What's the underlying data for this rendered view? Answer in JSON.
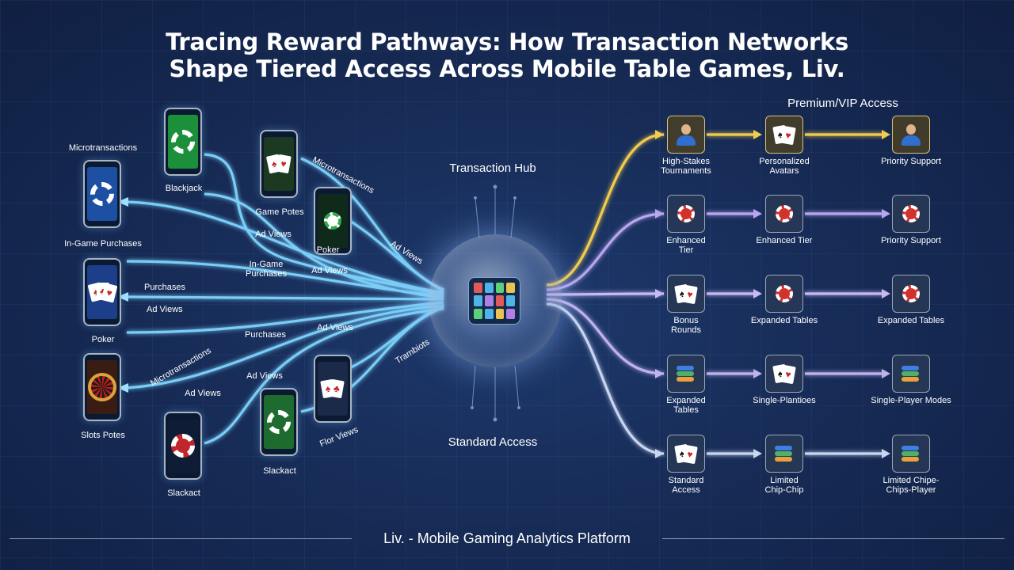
{
  "title": {
    "line1": "Tracing Reward Pathways: How Transaction Networks",
    "line2": "Shape Tiered Access Across Mobile Table Games, Liv."
  },
  "hub": {
    "label": "Transaction Hub",
    "bottom_label": "Standard Access"
  },
  "sources": [
    {
      "label": "Blackjack",
      "icon": "poker-chip-icon",
      "color": "#1b8f3a"
    },
    {
      "label": "In-Game Purchases",
      "icon": "poker-chip-icon",
      "color": "#1d4fa3",
      "top_label": "Microtransactions"
    },
    {
      "label": "Game Potes",
      "icon": "playing-cards-icon",
      "color": "#1c3a22"
    },
    {
      "label": "Poker",
      "icon": "poker-chip-icon",
      "color": "#1b8f3a"
    },
    {
      "label": "Poker",
      "icon": "playing-cards-icon",
      "color": "#1d3f8a"
    },
    {
      "label": "Slots Potes",
      "icon": "roulette-wheel-icon",
      "color": "#3a1c12"
    },
    {
      "label": "Slackact",
      "icon": "poker-chip-icon",
      "color": "#c0272d"
    },
    {
      "label": "Slackact",
      "icon": "poker-chip-icon",
      "color": "#1e6b30"
    },
    {
      "label": "",
      "icon": "playing-cards-icon",
      "color": "#1c2a4a"
    }
  ],
  "flow_labels": [
    "Microtransactions",
    "Ad Views",
    "Ad Views",
    "In-Game",
    "Purchases",
    "Ad Views",
    "Purchases",
    "Ad Views",
    "Microtransactions",
    "Ad Views",
    "Purchases",
    "Ad Views",
    "Ad Views",
    "Trambiots",
    "Flor Views"
  ],
  "premium_header": "Premium/VIP Access",
  "tiers": [
    {
      "color": "#f2cc4e",
      "items": [
        {
          "label": "High-Stakes",
          "label2": "Tournaments",
          "icon": "player-avatar-icon"
        },
        {
          "label": "Personalized",
          "label2": "Avatars",
          "icon": "playing-cards-icon"
        },
        {
          "label": "Priority Support",
          "label2": "",
          "icon": "player-avatar-icon"
        }
      ]
    },
    {
      "color": "#b9a6f0",
      "items": [
        {
          "label": "Enhanced",
          "label2": "Tier",
          "icon": "poker-chip-icon"
        },
        {
          "label": "Enhanced Tier",
          "label2": "",
          "icon": "poker-chip-icon"
        },
        {
          "label": "Priority Support",
          "label2": "",
          "icon": "poker-chip-icon"
        }
      ]
    },
    {
      "color": "#c8b8f5",
      "items": [
        {
          "label": "Bonus",
          "label2": "Rounds",
          "icon": "playing-cards-icon"
        },
        {
          "label": "Expanded Tables",
          "label2": "",
          "icon": "poker-chip-icon"
        },
        {
          "label": "Expanded Tables",
          "label2": "",
          "icon": "poker-chip-icon"
        }
      ]
    },
    {
      "color": "#c0b2ef",
      "items": [
        {
          "label": "Expanded",
          "label2": "Tables",
          "icon": "chip-stack-icon"
        },
        {
          "label": "Single-Plantioes",
          "label2": "",
          "icon": "playing-cards-icon"
        },
        {
          "label": "Single-Player Modes",
          "label2": "",
          "icon": "chip-stack-icon"
        }
      ]
    },
    {
      "color": "#c9d6f2",
      "items": [
        {
          "label": "Standard",
          "label2": "Access",
          "icon": "playing-cards-icon"
        },
        {
          "label": "Limited",
          "label2": "Chip-Chip",
          "icon": "chip-stack-icon"
        },
        {
          "label": "Limited Chipe-",
          "label2": "Chips-Player",
          "icon": "chip-stack-icon"
        }
      ]
    }
  ],
  "footer": "Liv. - Mobile Gaming Analytics Platform"
}
